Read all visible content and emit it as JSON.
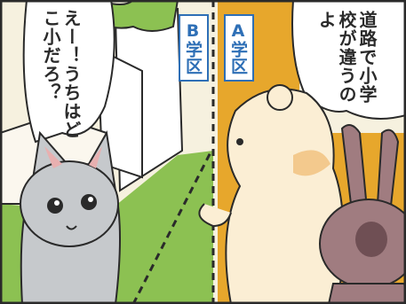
{
  "panel": {
    "speech_right": "道路で小学校が違うのよ",
    "speech_left": "えー！うちはどこ小だろ？",
    "zone_b_label": "B学区",
    "zone_a_label": "A学区"
  },
  "colors": {
    "zone_b_green": "#8cc152",
    "zone_a_yellow": "#e7a72c",
    "label_blue": "#2e6fb6",
    "sky": "#f6f1df",
    "border_line": "#2a2a2a"
  },
  "characters": [
    "gray-cat",
    "cream-bear",
    "brown-rabbit"
  ]
}
